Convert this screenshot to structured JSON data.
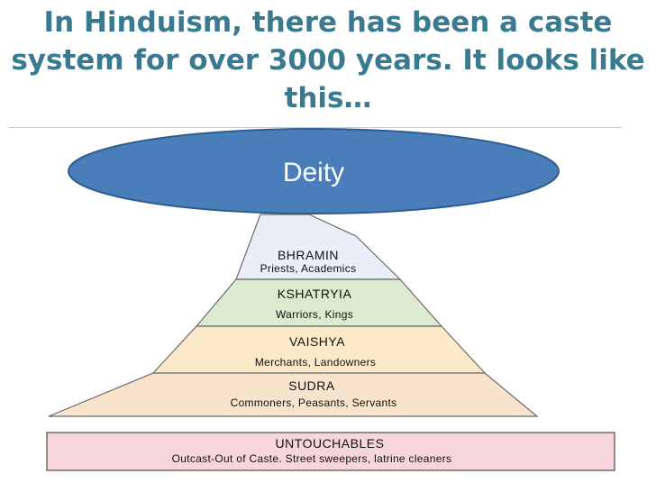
{
  "slide": {
    "title_lines": [
      "In Hinduism, there has been a caste",
      "system for over 3000 years. It looks like",
      "this…"
    ]
  },
  "colors": {
    "title": "#3a7a91",
    "deity_fill": "#4a7ebb",
    "deity_stroke": "#2f5c8f",
    "deity_text": "#ffffff",
    "tier_bhramin": "#e9eef8",
    "tier_kshatryia": "#dcead0",
    "tier_vaishya": "#fbe9c8",
    "tier_sudra": "#f8e3cc",
    "untouchables": "#f6d6da",
    "outline": "#6b6b6b"
  },
  "diagram": {
    "apex": "Deity",
    "tiers": [
      {
        "name": "BHRAMIN",
        "desc": "Priests, Academics"
      },
      {
        "name": "KSHATRYIA",
        "desc": "Warriors, Kings"
      },
      {
        "name": "VAISHYA",
        "desc": "Merchants, Landowners"
      },
      {
        "name": "SUDRA",
        "desc": "Commoners, Peasants, Servants"
      }
    ],
    "base": {
      "name": "UNTOUCHABLES",
      "desc": "Outcast-Out of Caste. Street sweepers, latrine cleaners"
    }
  }
}
